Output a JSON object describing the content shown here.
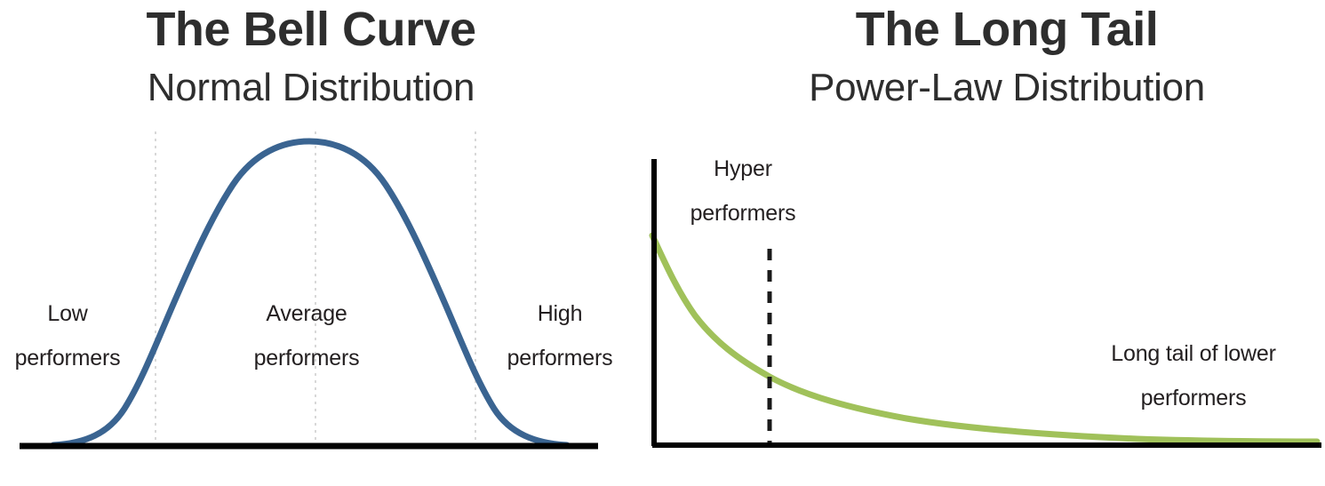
{
  "figure": {
    "background": "#ffffff",
    "text_color": "#231f20",
    "title_color": "#2e2e2e"
  },
  "left_panel": {
    "title": "The Bell Curve",
    "subtitle": "Normal Distribution",
    "curve_color": "#3a6491",
    "axis_color": "#000000",
    "gridline_color": "#d8d8d8",
    "annotations": {
      "low": {
        "line1": "Low",
        "line2": "performers"
      },
      "average": {
        "line1": "Average",
        "line2": "performers"
      },
      "high": {
        "line1": "High",
        "line2": "performers"
      }
    }
  },
  "right_panel": {
    "title": "The Long Tail",
    "subtitle": "Power-Law Distribution",
    "curve_color": "#a0c15a",
    "axis_color": "#000000",
    "divider_color": "#1a1a1a",
    "annotations": {
      "hyper": {
        "line1": "Hyper",
        "line2": "performers"
      },
      "long_tail": {
        "line1": "Long tail of lower",
        "line2": "performers"
      }
    }
  },
  "chart_data": [
    {
      "type": "line",
      "id": "bell-curve",
      "title": "The Bell Curve",
      "subtitle": "Normal Distribution",
      "xlabel": "",
      "ylabel": "",
      "grid": true,
      "gridlines_x": [
        -1.5,
        0,
        1.5
      ],
      "legend": "none",
      "series_color": "#3a6491",
      "xlim": [
        -3.0,
        3.0
      ],
      "ylim": [
        0,
        1.0
      ],
      "x": [
        -3.0,
        -2.75,
        -2.5,
        -2.25,
        -2.0,
        -1.75,
        -1.5,
        -1.25,
        -1.0,
        -0.75,
        -0.5,
        -0.25,
        0.0,
        0.25,
        0.5,
        0.75,
        1.0,
        1.25,
        1.5,
        1.75,
        2.0,
        2.25,
        2.5,
        2.75,
        3.0
      ],
      "y": [
        0.011,
        0.022,
        0.044,
        0.079,
        0.135,
        0.216,
        0.325,
        0.458,
        0.607,
        0.755,
        0.882,
        0.969,
        1.0,
        0.969,
        0.882,
        0.755,
        0.607,
        0.458,
        0.325,
        0.216,
        0.135,
        0.079,
        0.044,
        0.022,
        0.011
      ],
      "annotations": [
        {
          "text": "Low performers",
          "x": -2.3,
          "y": 0.36
        },
        {
          "text": "Average performers",
          "x": 0.0,
          "y": 0.36
        },
        {
          "text": "High performers",
          "x": 2.3,
          "y": 0.36
        }
      ]
    },
    {
      "type": "line",
      "id": "long-tail",
      "title": "The Long Tail",
      "subtitle": "Power-Law Distribution",
      "xlabel": "",
      "ylabel": "",
      "grid": false,
      "legend": "none",
      "series_color": "#a0c15a",
      "xlim": [
        0,
        10
      ],
      "ylim": [
        0,
        1.0
      ],
      "divider_x": 1.75,
      "x": [
        0.0,
        0.4,
        0.8,
        1.2,
        1.75,
        2.4,
        3.2,
        4.0,
        5.0,
        6.0,
        7.0,
        8.0,
        9.0,
        10.0
      ],
      "y": [
        0.74,
        0.6,
        0.5,
        0.42,
        0.345,
        0.285,
        0.235,
        0.2,
        0.165,
        0.14,
        0.12,
        0.105,
        0.09,
        0.08
      ],
      "annotations": [
        {
          "text": "Hyper performers",
          "x": 0.55,
          "y": 0.95
        },
        {
          "text": "Long tail of lower performers",
          "x": 7.2,
          "y": 0.4
        }
      ]
    }
  ]
}
